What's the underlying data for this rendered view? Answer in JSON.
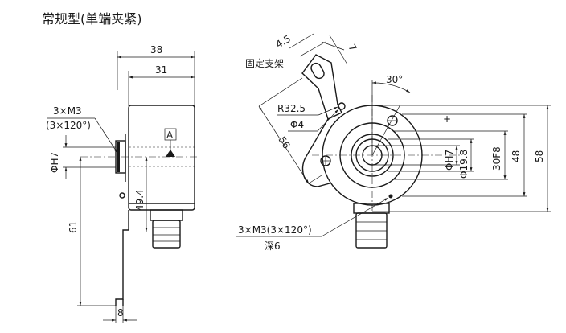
{
  "title": "常规型(单端夹紧)",
  "side_view": {
    "dim_overall_length": "38",
    "dim_body_length": "31",
    "thread_label": "3×M3",
    "thread_pattern": "(3×120°)",
    "shaft_diameter": "ΦH7",
    "datum_label": "A",
    "dim_connector_offset": "49.4",
    "dim_bracket_height": "61",
    "dim_bracket_width": "8"
  },
  "front_view": {
    "dim_slot_width": "4.5",
    "dim_slot_length": "7",
    "bracket_label": "固定支架",
    "angle_label": "30°",
    "radius_label": "R32.5",
    "hole_diameter": "Φ4",
    "dim_mount_length": "56",
    "bore_diameter": "ΦH7",
    "bore_hub_diameter": "Φ19.8",
    "pilot_diameter": "30F8",
    "dim_flange_height": "48",
    "dim_overall_height": "58",
    "thread_label": "3×M3(3×120°)",
    "thread_depth": "深6"
  }
}
